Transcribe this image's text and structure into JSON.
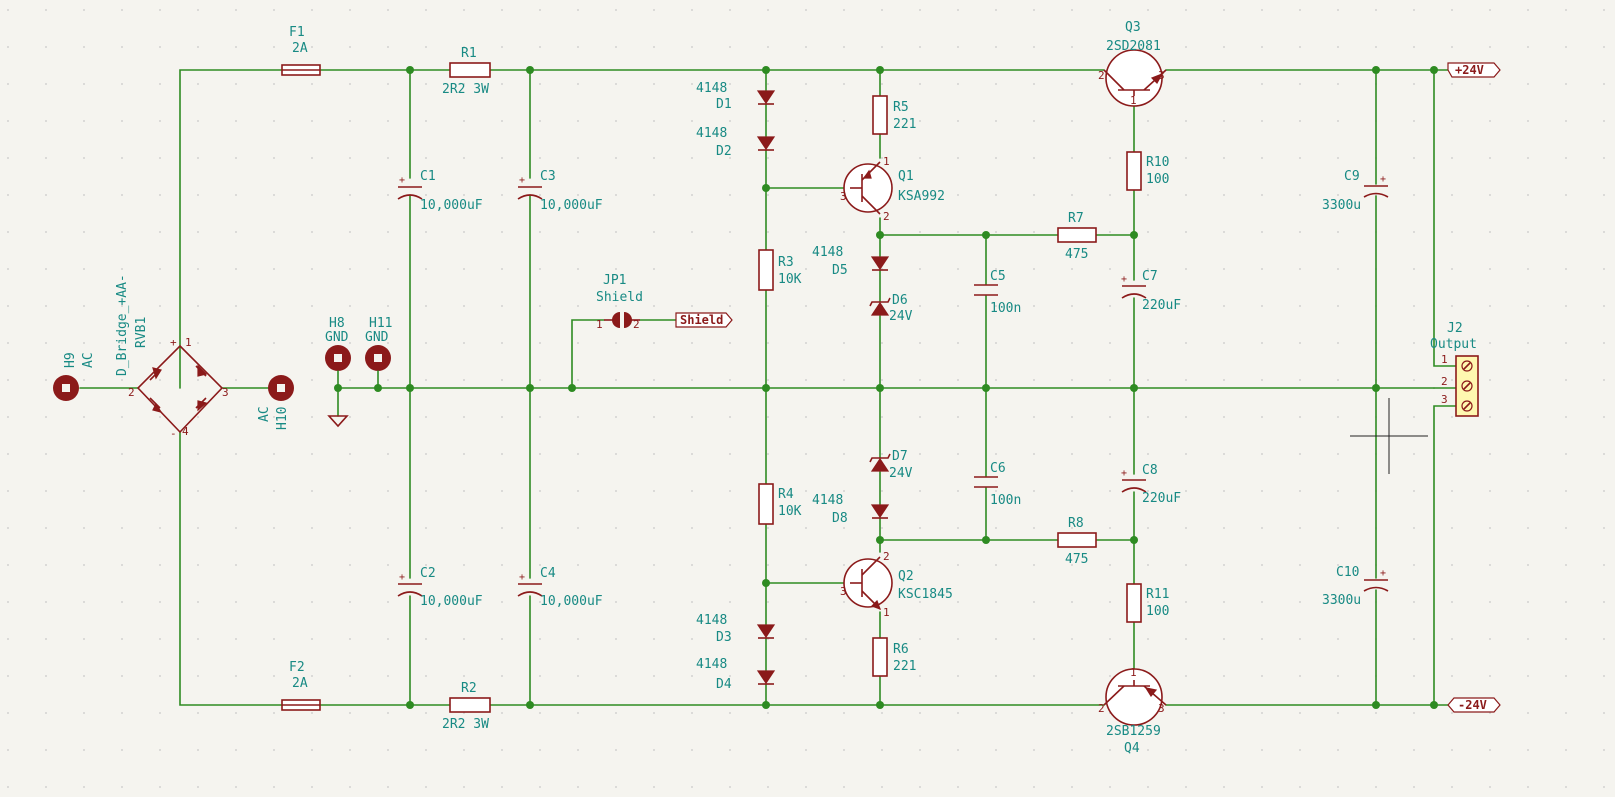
{
  "colors": {
    "wire": "#2e8b22",
    "part": "#8b1a1a",
    "text": "#188a84",
    "background": "#f5f4ef"
  },
  "labels": {
    "F1_ref": "F1",
    "F1_val": "2A",
    "F2_ref": "F2",
    "F2_val": "2A",
    "R1_ref": "R1",
    "R1_val": "2R2 3W",
    "R2_ref": "R2",
    "R2_val": "2R2 3W",
    "R3_ref": "R3",
    "R3_val": "10K",
    "R4_ref": "R4",
    "R4_val": "10K",
    "R5_ref": "R5",
    "R5_val": "221",
    "R6_ref": "R6",
    "R6_val": "221",
    "R7_ref": "R7",
    "R7_val": "475",
    "R8_ref": "R8",
    "R8_val": "475",
    "R10_ref": "R10",
    "R10_val": "100",
    "R11_ref": "R11",
    "R11_val": "100",
    "C1_ref": "C1",
    "C1_val": "10,000uF",
    "C2_ref": "C2",
    "C2_val": "10,000uF",
    "C3_ref": "C3",
    "C3_val": "10,000uF",
    "C4_ref": "C4",
    "C4_val": "10,000uF",
    "C5_ref": "C5",
    "C5_val": "100n",
    "C6_ref": "C6",
    "C6_val": "100n",
    "C7_ref": "C7",
    "C7_val": "220uF",
    "C8_ref": "C8",
    "C8_val": "220uF",
    "C9_ref": "C9",
    "C9_val": "3300u",
    "C10_ref": "C10",
    "C10_val": "3300u",
    "D1_ref": "D1",
    "D1_val": "4148",
    "D2_ref": "D2",
    "D2_val": "4148",
    "D3_ref": "D3",
    "D3_val": "4148",
    "D4_ref": "D4",
    "D4_val": "4148",
    "D5_ref": "D5",
    "D5_val": "4148",
    "D6_ref": "D6",
    "D6_val": "24V",
    "D7_ref": "D7",
    "D7_val": "24V",
    "D8_ref": "D8",
    "D8_val": "4148",
    "Q1_ref": "Q1",
    "Q1_val": "KSA992",
    "Q2_ref": "Q2",
    "Q2_val": "KSC1845",
    "Q3_ref": "Q3",
    "Q3_val": "2SD2081",
    "Q4_ref": "Q4",
    "Q4_val": "2SB1259",
    "JP1_ref": "JP1",
    "JP1_val": "Shield",
    "H8_ref": "H8",
    "H8_val": "GND",
    "H11_ref": "H11",
    "H11_val": "GND",
    "H9_ref": "H9",
    "H9_val": "AC",
    "H10_ref": "H10",
    "H10_val": "AC",
    "RVB1_ref": "RVB1",
    "RVB1_val": "D_Bridge_+AA-",
    "J2_ref": "J2",
    "J2_val": "Output"
  },
  "net_labels": {
    "pos": "+24V",
    "neg": "-24V",
    "shield": "Shield"
  },
  "pins": {
    "one": "1",
    "two": "2",
    "three": "3",
    "four": "4",
    "plus": "+",
    "minus": "-",
    "tilde": "~"
  }
}
